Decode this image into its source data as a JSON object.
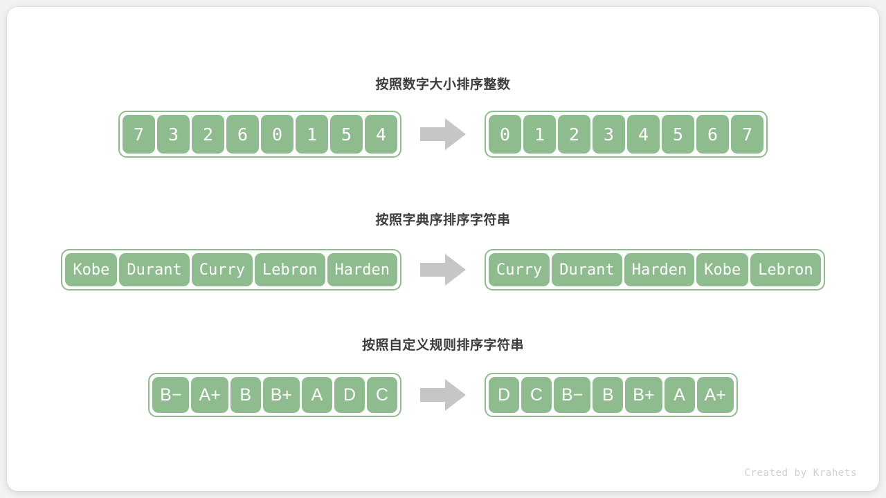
{
  "canvas": {
    "background": "#f2f2f2",
    "card_background": "#ffffff"
  },
  "theme": {
    "cell_fill": "#8fbc8f",
    "cell_text": "#ffffff",
    "outline": "#8fbc8f",
    "arrow_fill": "#c6c6c6",
    "title_color": "#3c3c3c",
    "footer_color": "#cfcfcf"
  },
  "sections": [
    {
      "id": "integers",
      "title": "按照数字大小排序整数",
      "input": [
        "7",
        "3",
        "2",
        "6",
        "0",
        "1",
        "5",
        "4"
      ],
      "output": [
        "0",
        "1",
        "2",
        "3",
        "4",
        "5",
        "6",
        "7"
      ],
      "arrow": "right-arrow-icon"
    },
    {
      "id": "lexicographic",
      "title": "按照字典序排序字符串",
      "input": [
        "Kobe",
        "Durant",
        "Curry",
        "Lebron",
        "Harden"
      ],
      "output": [
        "Curry",
        "Durant",
        "Harden",
        "Kobe",
        "Lebron"
      ],
      "arrow": "right-arrow-icon"
    },
    {
      "id": "custom",
      "title": "按照自定义规则排序字符串",
      "input": [
        "B−",
        "A+",
        "B",
        "B+",
        "A",
        "D",
        "C"
      ],
      "output": [
        "D",
        "C",
        "B−",
        "B",
        "B+",
        "A",
        "A+"
      ],
      "arrow": "right-arrow-icon"
    }
  ],
  "footer": {
    "credit": "Created by Krahets"
  }
}
